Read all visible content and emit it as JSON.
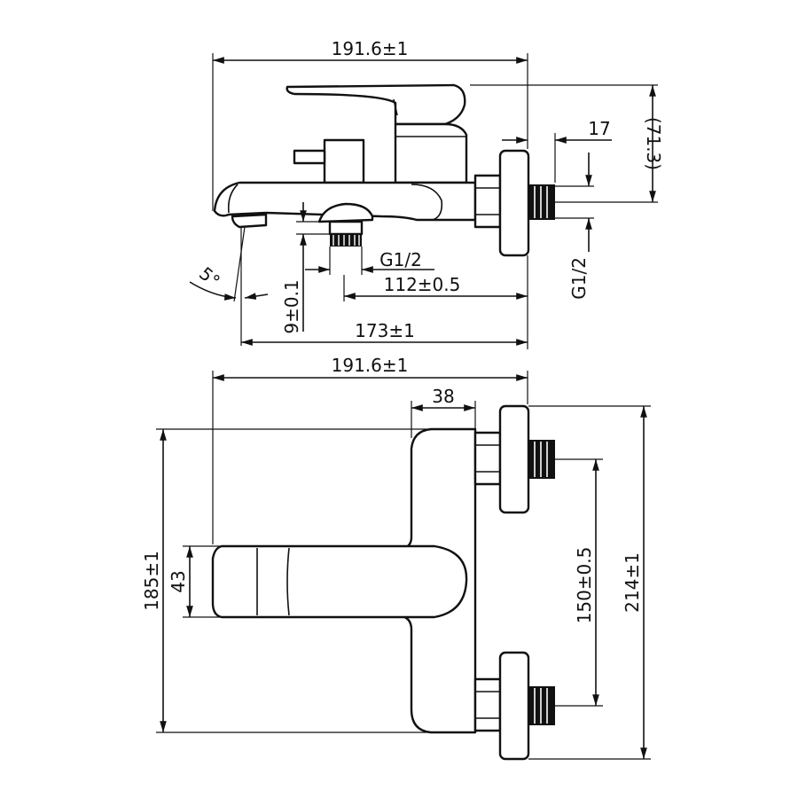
{
  "drawing": {
    "top_view": {
      "width_label": "191.6±1",
      "outlet_label": "17",
      "height_label": "(71.3)",
      "thread_side_label": "G1/2",
      "thread_bottom_label": "G1/2",
      "angle_label": "5°",
      "spout_offset_label": "9±0.1",
      "connector_label": "112±0.5",
      "overall_label": "173±1"
    },
    "front_view": {
      "width_label": "191.6±1",
      "depth_label": "38",
      "height_label": "185±1",
      "handle_label": "43",
      "centers_label": "150±0.5",
      "overall_label": "214±1"
    }
  }
}
